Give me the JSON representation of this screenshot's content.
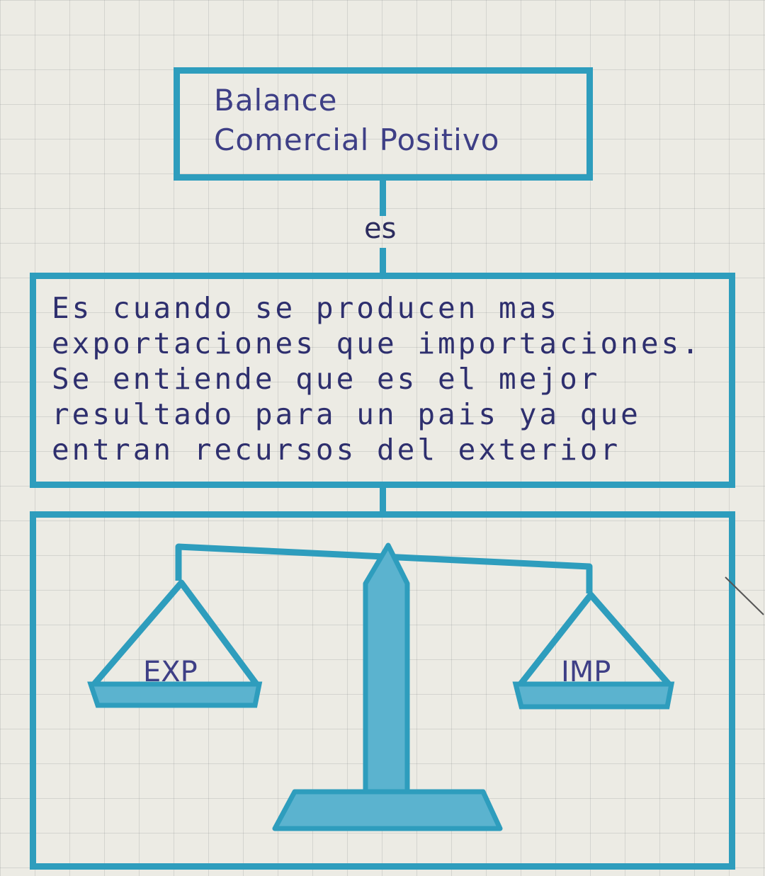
{
  "title": {
    "line1": "Balance",
    "line2": "Comercial Positivo"
  },
  "connector_label": "es",
  "definition": "Es cuando se producen mas exportaciones que importaciones. Se entiende que es el mejor resultado para un pais ya que entran recursos del exterior",
  "scale": {
    "left_pan_label": "EXP",
    "right_pan_label": "IMP"
  },
  "colors": {
    "line": "#2e9dbd",
    "fill": "#5bb3cf",
    "ink": "#2e2f6e"
  }
}
